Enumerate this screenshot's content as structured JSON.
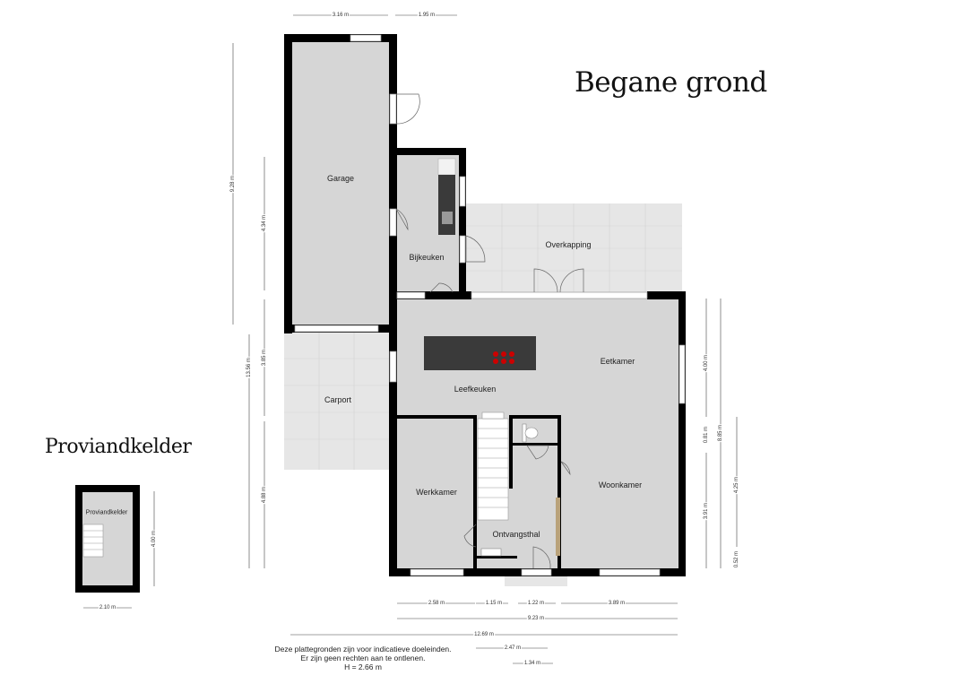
{
  "titles": {
    "main": "Begane grond",
    "secondary": "Proviandkelder"
  },
  "rooms": {
    "garage": "Garage",
    "bijkeuken": "Bijkeuken",
    "overkapping": "Overkapping",
    "carport": "Carport",
    "eetkamer": "Eetkamer",
    "leefkeuken": "Leefkeuken",
    "werkkamer": "Werkkamer",
    "woonkamer": "Woonkamer",
    "ontvangsthal": "Ontvangsthal",
    "proviandkelder": "Proviandkelder"
  },
  "dimensions": {
    "top": [
      "3.16 m",
      "1.95 m"
    ],
    "left_outer": [
      "9.28 m",
      "13.56 m"
    ],
    "left_inner": [
      "4.34 m",
      "3.85 m",
      "4.88 m"
    ],
    "right": [
      "4.00 m",
      "0.81 m",
      "3.91 m",
      "8.85 m",
      "4.25 m",
      "0.52 m"
    ],
    "bottom_row1": [
      "2.58 m",
      "1.15 m",
      "1.22 m",
      "3.89 m"
    ],
    "bottom_row2": "9.23 m",
    "bottom_row3": "12.69 m",
    "bottom_row4": "2.47 m",
    "bottom_row5": "1.34 m",
    "kelder_h": "2.10 m",
    "kelder_v": "4.00 m"
  },
  "disclaimer": {
    "line1": "Deze plattegronden zijn voor indicatieve doeleinden.",
    "line2": "Er zijn geen rechten aan te ontlenen.",
    "line3": "H = 2.66 m"
  }
}
